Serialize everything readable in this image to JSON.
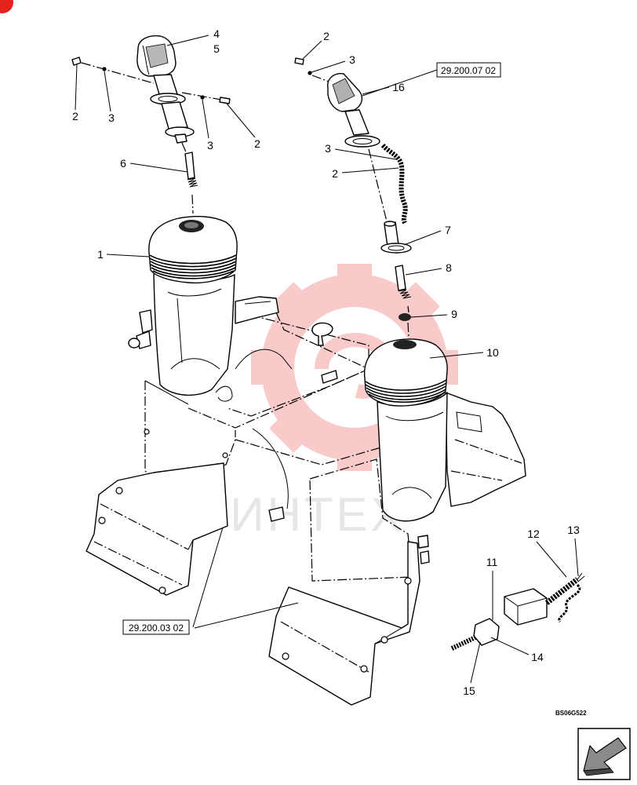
{
  "figure": {
    "callouts": [
      "4",
      "5",
      "2",
      "3",
      "3",
      "2",
      "6",
      "1",
      "2",
      "3",
      "16",
      "3",
      "2",
      "7",
      "8",
      "9",
      "10",
      "11",
      "12",
      "13",
      "14",
      "15"
    ],
    "references": {
      "upper": "29.200.07 02",
      "lower": "29.200.03 02"
    },
    "drawing_code": "BS06G522",
    "watermark_text": "ИНТЕХ"
  },
  "icons": {
    "corner_badge": "red-badge-icon",
    "navigation": "next-page-arrow-icon"
  },
  "colors": {
    "line": "#000000",
    "background": "#ffffff",
    "watermark": "#f08c8c",
    "badge": "#e2231a"
  }
}
